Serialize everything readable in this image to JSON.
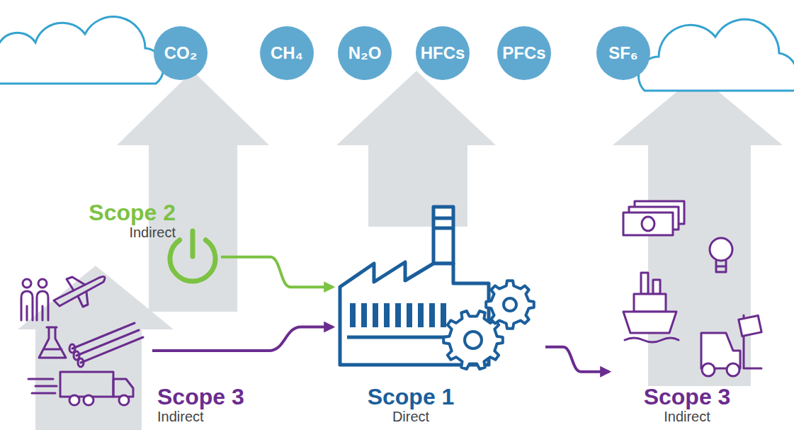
{
  "diagram": {
    "nodes": [
      {
        "text": [
          "CO₂"
        ]
      },
      {
        "text": [
          "CH₄"
        ]
      },
      {
        "text": [
          "N₂O"
        ]
      },
      {
        "text": [
          "HFCs"
        ]
      },
      {
        "text": [
          "PFCs"
        ]
      },
      {
        "text": [
          "SF₆"
        ]
      },
      {
        "text": [
          "Scope 2",
          "Indirect"
        ]
      },
      {
        "text": [
          "Scope 3",
          "Indirect"
        ]
      },
      {
        "text": [
          "Scope 1",
          "Direct"
        ]
      },
      {
        "text": [
          "Scope 3",
          "Indirect"
        ]
      }
    ],
    "edges": [
      {
        "from": 6,
        "to": 8,
        "arrow": "to"
      },
      {
        "from": 7,
        "to": 8,
        "arrow": "to"
      },
      {
        "from": 8,
        "to": 9,
        "arrow": "to"
      }
    ]
  }
}
